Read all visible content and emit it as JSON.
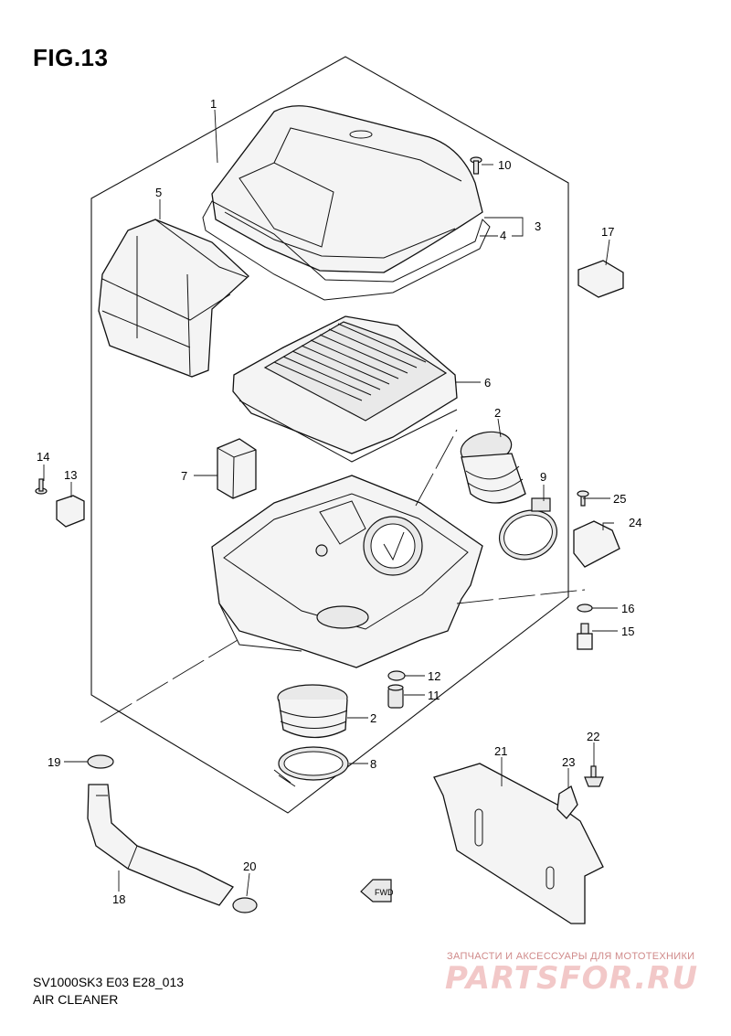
{
  "figure": {
    "title": "FIG.13",
    "model_code": "SV1000SK3 E03 E28_013",
    "assembly_name": "AIR CLEANER",
    "fwd_label": "FWD"
  },
  "watermark": {
    "line1": "ЗАПЧАСТИ И АКСЕССУАРЫ ДЛЯ МОТОТЕХНИКИ",
    "logo": "PARTSFOR.RU"
  },
  "callouts": [
    {
      "id": "c1",
      "label": "1",
      "part": "air-cleaner-cap"
    },
    {
      "id": "c2a",
      "label": "2",
      "part": "upper-throttle-duct"
    },
    {
      "id": "c2b",
      "label": "2",
      "part": "lower-throttle-duct"
    },
    {
      "id": "c3",
      "label": "3",
      "part": "seal-pair"
    },
    {
      "id": "c4",
      "label": "4",
      "part": "cap-seal"
    },
    {
      "id": "c5",
      "label": "5",
      "part": "intake-duct"
    },
    {
      "id": "c6",
      "label": "6",
      "part": "air-filter-element"
    },
    {
      "id": "c7",
      "label": "7",
      "part": "foam-block"
    },
    {
      "id": "c8",
      "label": "8",
      "part": "lower-clamp"
    },
    {
      "id": "c9",
      "label": "9",
      "part": "upper-clamp"
    },
    {
      "id": "c10",
      "label": "10",
      "part": "cap-screw"
    },
    {
      "id": "c11",
      "label": "11",
      "part": "drain-plug"
    },
    {
      "id": "c12",
      "label": "12",
      "part": "drain-clip"
    },
    {
      "id": "c13",
      "label": "13",
      "part": "iap-sensor-left"
    },
    {
      "id": "c14",
      "label": "14",
      "part": "sensor-screw-left"
    },
    {
      "id": "c15",
      "label": "15",
      "part": "iat-sensor"
    },
    {
      "id": "c16",
      "label": "16",
      "part": "o-ring"
    },
    {
      "id": "c17",
      "label": "17",
      "part": "connector"
    },
    {
      "id": "c18",
      "label": "18",
      "part": "breather-hose"
    },
    {
      "id": "c19",
      "label": "19",
      "part": "hose-clamp-upper"
    },
    {
      "id": "c20",
      "label": "20",
      "part": "hose-clamp-lower"
    },
    {
      "id": "c21",
      "label": "21",
      "part": "heat-shield-plate"
    },
    {
      "id": "c22",
      "label": "22",
      "part": "plate-bolt"
    },
    {
      "id": "c23",
      "label": "23",
      "part": "grommet"
    },
    {
      "id": "c24",
      "label": "24",
      "part": "iap-sensor-right"
    },
    {
      "id": "c25",
      "label": "25",
      "part": "sensor-screw-right"
    }
  ]
}
